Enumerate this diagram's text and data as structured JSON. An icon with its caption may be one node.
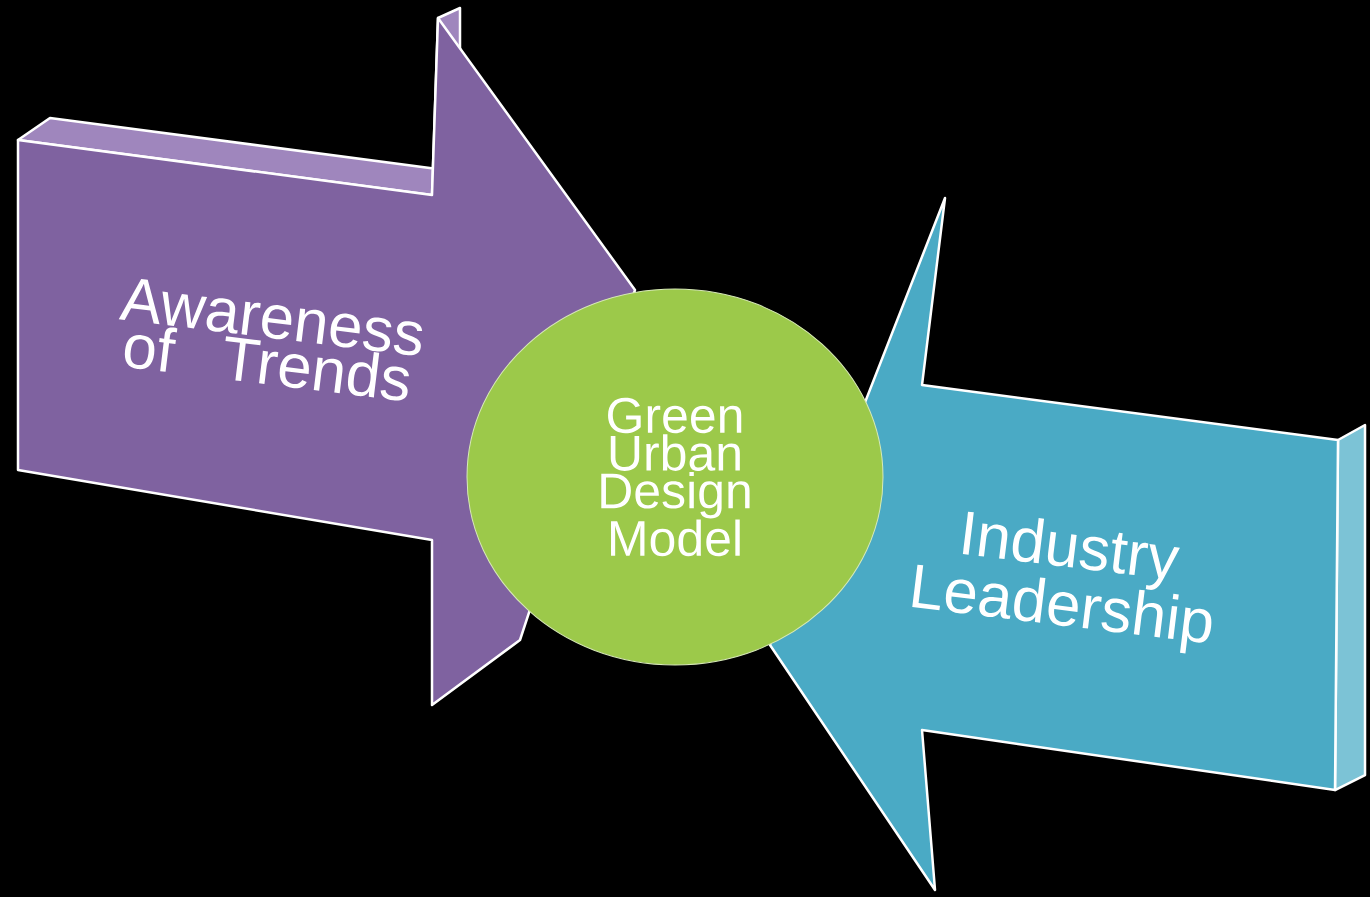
{
  "diagram": {
    "nodes": [
      {
        "text": [
          "Awareness of Trends"
        ]
      },
      {
        "text": [
          "Green Urban Design Model"
        ]
      },
      {
        "text": [
          "Industry Leadership"
        ]
      }
    ]
  }
}
